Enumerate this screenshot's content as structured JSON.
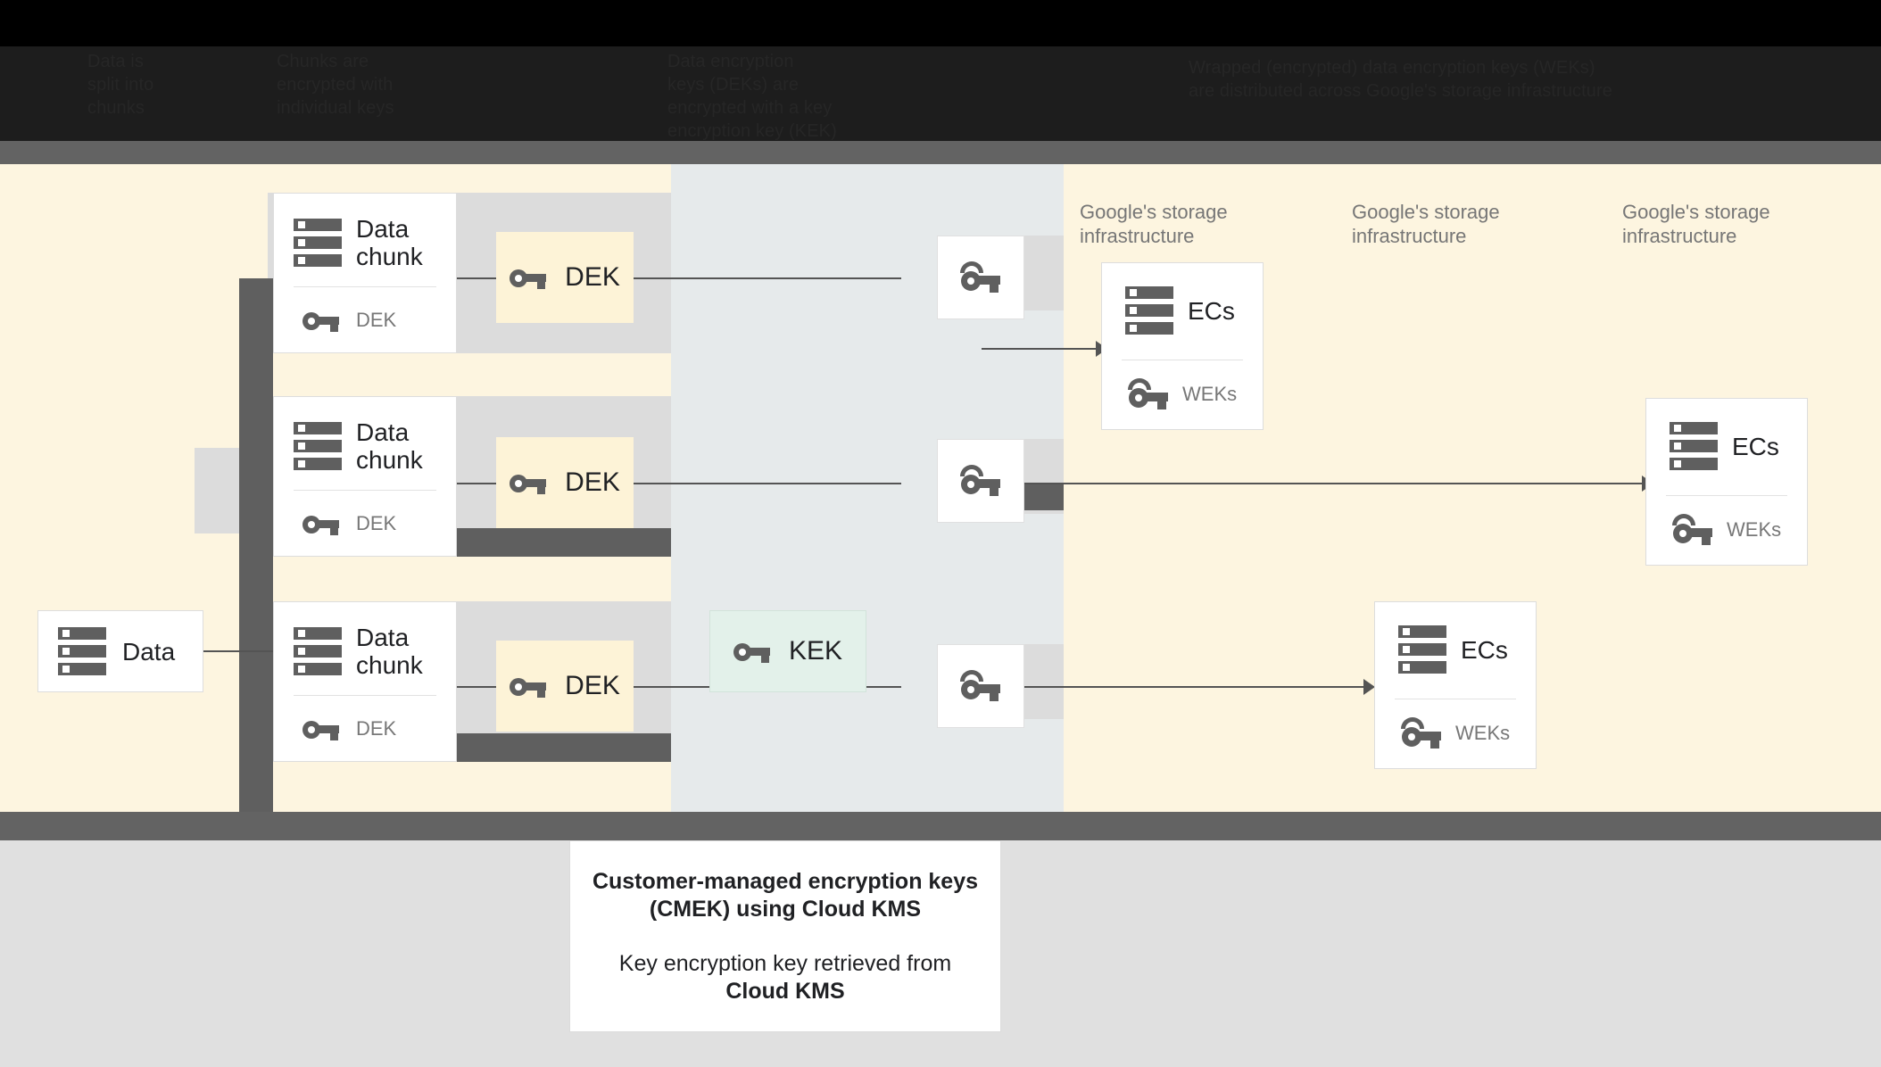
{
  "banner": {
    "col1": "Data is\nsplit into\nchunks",
    "col2": "Chunks are\nencrypted with\nindividual keys",
    "col3": "Data encryption\nkeys (DEKs) are\nencrypted with a key\nencryption key (KEK)",
    "col4": "Wrapped (encrypted) data encryption keys (WEKs)\nare distributed across Google's storage infrastructure"
  },
  "diagram": {
    "data_card": {
      "label": "Data",
      "icon": "server-icon"
    },
    "chunk_cards": [
      {
        "title": "Data chunk",
        "key_label": "DEK",
        "icon": "server-icon",
        "key_icon": "key-icon"
      },
      {
        "title": "Data chunk",
        "key_label": "DEK",
        "icon": "server-icon",
        "key_icon": "key-icon"
      },
      {
        "title": "Data chunk",
        "key_label": "DEK",
        "icon": "server-icon",
        "key_icon": "key-icon"
      }
    ],
    "dek_chips": [
      {
        "label": "DEK",
        "icon": "key-icon"
      },
      {
        "label": "DEK",
        "icon": "key-icon"
      },
      {
        "label": "DEK",
        "icon": "key-icon"
      }
    ],
    "kek_chip": {
      "label": "KEK",
      "icon": "key-icon"
    },
    "wrapped_keys": [
      {
        "icon": "wrapped-key-icon"
      },
      {
        "icon": "wrapped-key-icon"
      },
      {
        "icon": "wrapped-key-icon"
      }
    ],
    "infra_labels": [
      "Google's storage\ninfrastructure",
      "Google's storage\ninfrastructure",
      "Google's storage\ninfrastructure"
    ],
    "ec_cards": [
      {
        "title": "ECs",
        "key_label": "WEKs",
        "icon": "server-icon",
        "key_icon": "wrapped-key-icon"
      },
      {
        "title": "ECs",
        "key_label": "WEKs",
        "icon": "server-icon",
        "key_icon": "wrapped-key-icon"
      },
      {
        "title": "ECs",
        "key_label": "WEKs",
        "icon": "server-icon",
        "key_icon": "wrapped-key-icon"
      }
    ]
  },
  "caption": {
    "heading": "Customer-managed encryption keys\n(CMEK) using Cloud KMS",
    "body_prefix": "Key encryption key retrieved from",
    "body_strong": "Cloud KMS"
  },
  "colors": {
    "canvas_cream": "#fdf5e0",
    "mid_band": "#e6eaeb",
    "row_band": "#dcdcdc",
    "dark_gray": "#5f5f5f",
    "dek_chip": "#fdf3d7",
    "kek_chip": "#e3f1ea",
    "footer_bg": "#e0e0e0"
  }
}
